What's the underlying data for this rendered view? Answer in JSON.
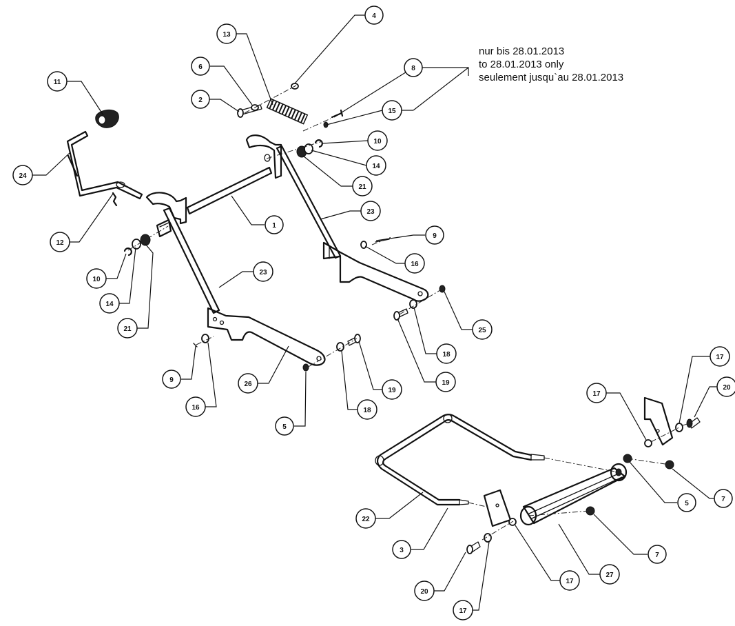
{
  "note": {
    "lines": [
      "nur bis 28.01.2013",
      "to 28.01.2013 only",
      "seulement jusqu`au 28.01.2013"
    ]
  },
  "callouts": [
    {
      "id": "c-4",
      "label": "4"
    },
    {
      "id": "c-13",
      "label": "13"
    },
    {
      "id": "c-6",
      "label": "6"
    },
    {
      "id": "c-2",
      "label": "2"
    },
    {
      "id": "c-8",
      "label": "8"
    },
    {
      "id": "c-15",
      "label": "15"
    },
    {
      "id": "c-11",
      "label": "11"
    },
    {
      "id": "c-10a",
      "label": "10"
    },
    {
      "id": "c-14a",
      "label": "14"
    },
    {
      "id": "c-21a",
      "label": "21"
    },
    {
      "id": "c-24",
      "label": "24"
    },
    {
      "id": "c-1",
      "label": "1"
    },
    {
      "id": "c-23a",
      "label": "23"
    },
    {
      "id": "c-12",
      "label": "12"
    },
    {
      "id": "c-9a",
      "label": "9"
    },
    {
      "id": "c-16a",
      "label": "16"
    },
    {
      "id": "c-10b",
      "label": "10"
    },
    {
      "id": "c-14b",
      "label": "14"
    },
    {
      "id": "c-21b",
      "label": "21"
    },
    {
      "id": "c-23b",
      "label": "23"
    },
    {
      "id": "c-25",
      "label": "25"
    },
    {
      "id": "c-18a",
      "label": "18"
    },
    {
      "id": "c-19a",
      "label": "19"
    },
    {
      "id": "c-9b",
      "label": "9"
    },
    {
      "id": "c-26",
      "label": "26"
    },
    {
      "id": "c-19b",
      "label": "19"
    },
    {
      "id": "c-16b",
      "label": "16"
    },
    {
      "id": "c-18b",
      "label": "18"
    },
    {
      "id": "c-5a",
      "label": "5"
    },
    {
      "id": "c-17a",
      "label": "17"
    },
    {
      "id": "c-17b",
      "label": "17"
    },
    {
      "id": "c-20a",
      "label": "20"
    },
    {
      "id": "c-5b",
      "label": "5"
    },
    {
      "id": "c-7a",
      "label": "7"
    },
    {
      "id": "c-22",
      "label": "22"
    },
    {
      "id": "c-7b",
      "label": "7"
    },
    {
      "id": "c-3",
      "label": "3"
    },
    {
      "id": "c-17c",
      "label": "17"
    },
    {
      "id": "c-27",
      "label": "27"
    },
    {
      "id": "c-20b",
      "label": "20"
    },
    {
      "id": "c-17d",
      "label": "17"
    }
  ]
}
